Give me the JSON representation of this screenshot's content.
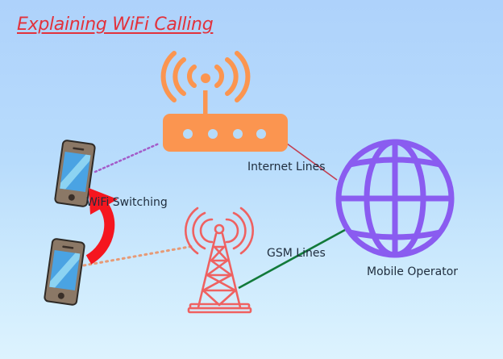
{
  "title": "Explaining WiFi Calling",
  "labels": {
    "wifi_switching": "WiFi Switching",
    "internet_lines": "Internet Lines",
    "gsm_lines": "GSM Lines",
    "mobile_operator": "Mobile Operator"
  },
  "icons": {
    "router": "wifi-router-icon",
    "phone_top": "smartphone-icon",
    "phone_bottom": "smartphone-icon",
    "tower": "cell-tower-icon",
    "globe": "globe-icon",
    "switch_arrow": "curved-arrow-icon"
  },
  "colors": {
    "title": "#e2323c",
    "text": "#1f2d3d",
    "router": "#fb9550",
    "router_leds": "#b6dbf9",
    "tower": "#ef6161",
    "globe": "#8a5cf0",
    "arrow": "#f5161f",
    "internet_line": "#c24052",
    "gsm_line": "#127a3a",
    "wifi_dotted_line": "#a35cc9",
    "gsm_dotted_line": "#e79a76",
    "phone_body": "#8b7866",
    "phone_screen": "#4aa3e3",
    "phone_glare": "#8cd3f2"
  },
  "connections": [
    {
      "from": "phone_top",
      "to": "router",
      "style": "dotted"
    },
    {
      "from": "router",
      "to": "globe",
      "style": "solid",
      "label": "Internet Lines"
    },
    {
      "from": "phone_bottom",
      "to": "tower",
      "style": "dotted"
    },
    {
      "from": "tower",
      "to": "globe",
      "style": "solid",
      "label": "GSM Lines"
    }
  ]
}
